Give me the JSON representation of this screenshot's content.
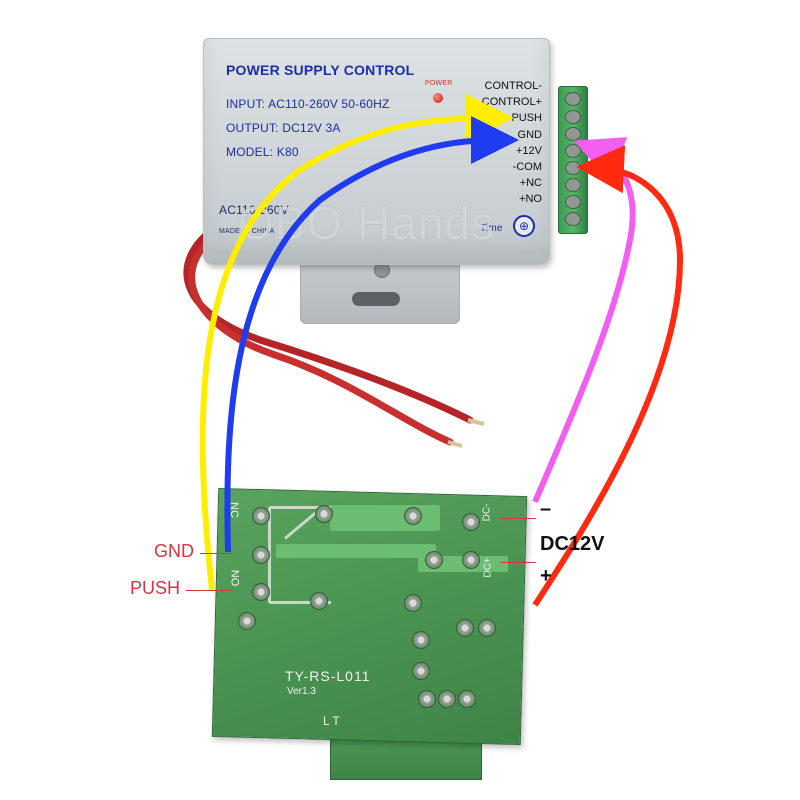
{
  "power_supply": {
    "title": "POWER SUPPLY CONTROL",
    "input": "INPUT: AC110-260V 50-60HZ",
    "output": "OUTPUT: DC12V 3A",
    "model": "MODEL: K80",
    "power_label": "POWER",
    "ac_label": "AC110-260V",
    "made_in": "MADE IN CHINA",
    "time_label": "Time",
    "terminals": [
      "CONTROL-",
      "CONTROL+",
      "PUSH",
      "GND",
      "+12V",
      "-COM",
      "+NC",
      "+NO"
    ]
  },
  "watermark": "OBO Hands",
  "relay_board": {
    "model": "TY-RS-L011",
    "version": "Ver1.3",
    "lt_label": "L  T",
    "nc_label": "NC",
    "no_label": "NO",
    "dc_minus_label": "DC-",
    "dc_plus_label": "DC+"
  },
  "callouts": {
    "gnd": "GND",
    "push": "PUSH",
    "minus": "–",
    "dc12v": "DC12V",
    "plus": "+"
  },
  "colors": {
    "push_wire": "#ffee00",
    "gnd_wire": "#1f3cf0",
    "dc_minus_wire": "#f25ef0",
    "dc_plus_wire": "#ff2a10",
    "mains_cable": "#c0282a",
    "callout_text": "#d9343f",
    "pcb_green": "#4c9553",
    "terminal_green": "#52b767"
  }
}
